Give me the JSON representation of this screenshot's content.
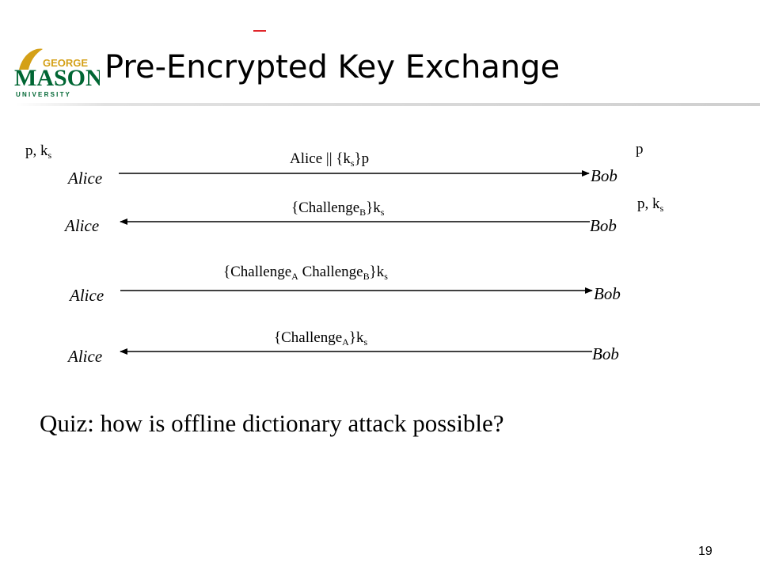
{
  "slide": {
    "title": "Pre-Encrypted Key Exchange",
    "page_number": "19",
    "quiz": "Quiz: how is offline dictionary attack possible?"
  },
  "logo": {
    "line1": "GEORGE",
    "line2": "MASON",
    "line3": "U N I V E R S I T Y",
    "colors": {
      "green": "#006633",
      "gold": "#d4a017"
    }
  },
  "knowledge": {
    "alice_initial": {
      "text": "p, k",
      "sub": "s"
    },
    "bob_initial": {
      "text": "p"
    },
    "bob_after": {
      "text": "p, k",
      "sub": "s"
    }
  },
  "parties": {
    "alice": "Alice",
    "bob": "Bob"
  },
  "messages": [
    {
      "pre": "Alice || {k",
      "sub": "s",
      "post": "}p",
      "direction": "right"
    },
    {
      "pre": "{Challenge",
      "sub": "B",
      "post": "}k",
      "sub2": "s",
      "direction": "left"
    },
    {
      "pre": "{Challenge",
      "sub": "A",
      "mid": " Challenge",
      "sub_mid": "B",
      "post": "}k",
      "sub2": "s",
      "direction": "right"
    },
    {
      "pre": "{Challenge",
      "sub": "A",
      "post": "}k",
      "sub2": "s",
      "direction": "left"
    }
  ]
}
